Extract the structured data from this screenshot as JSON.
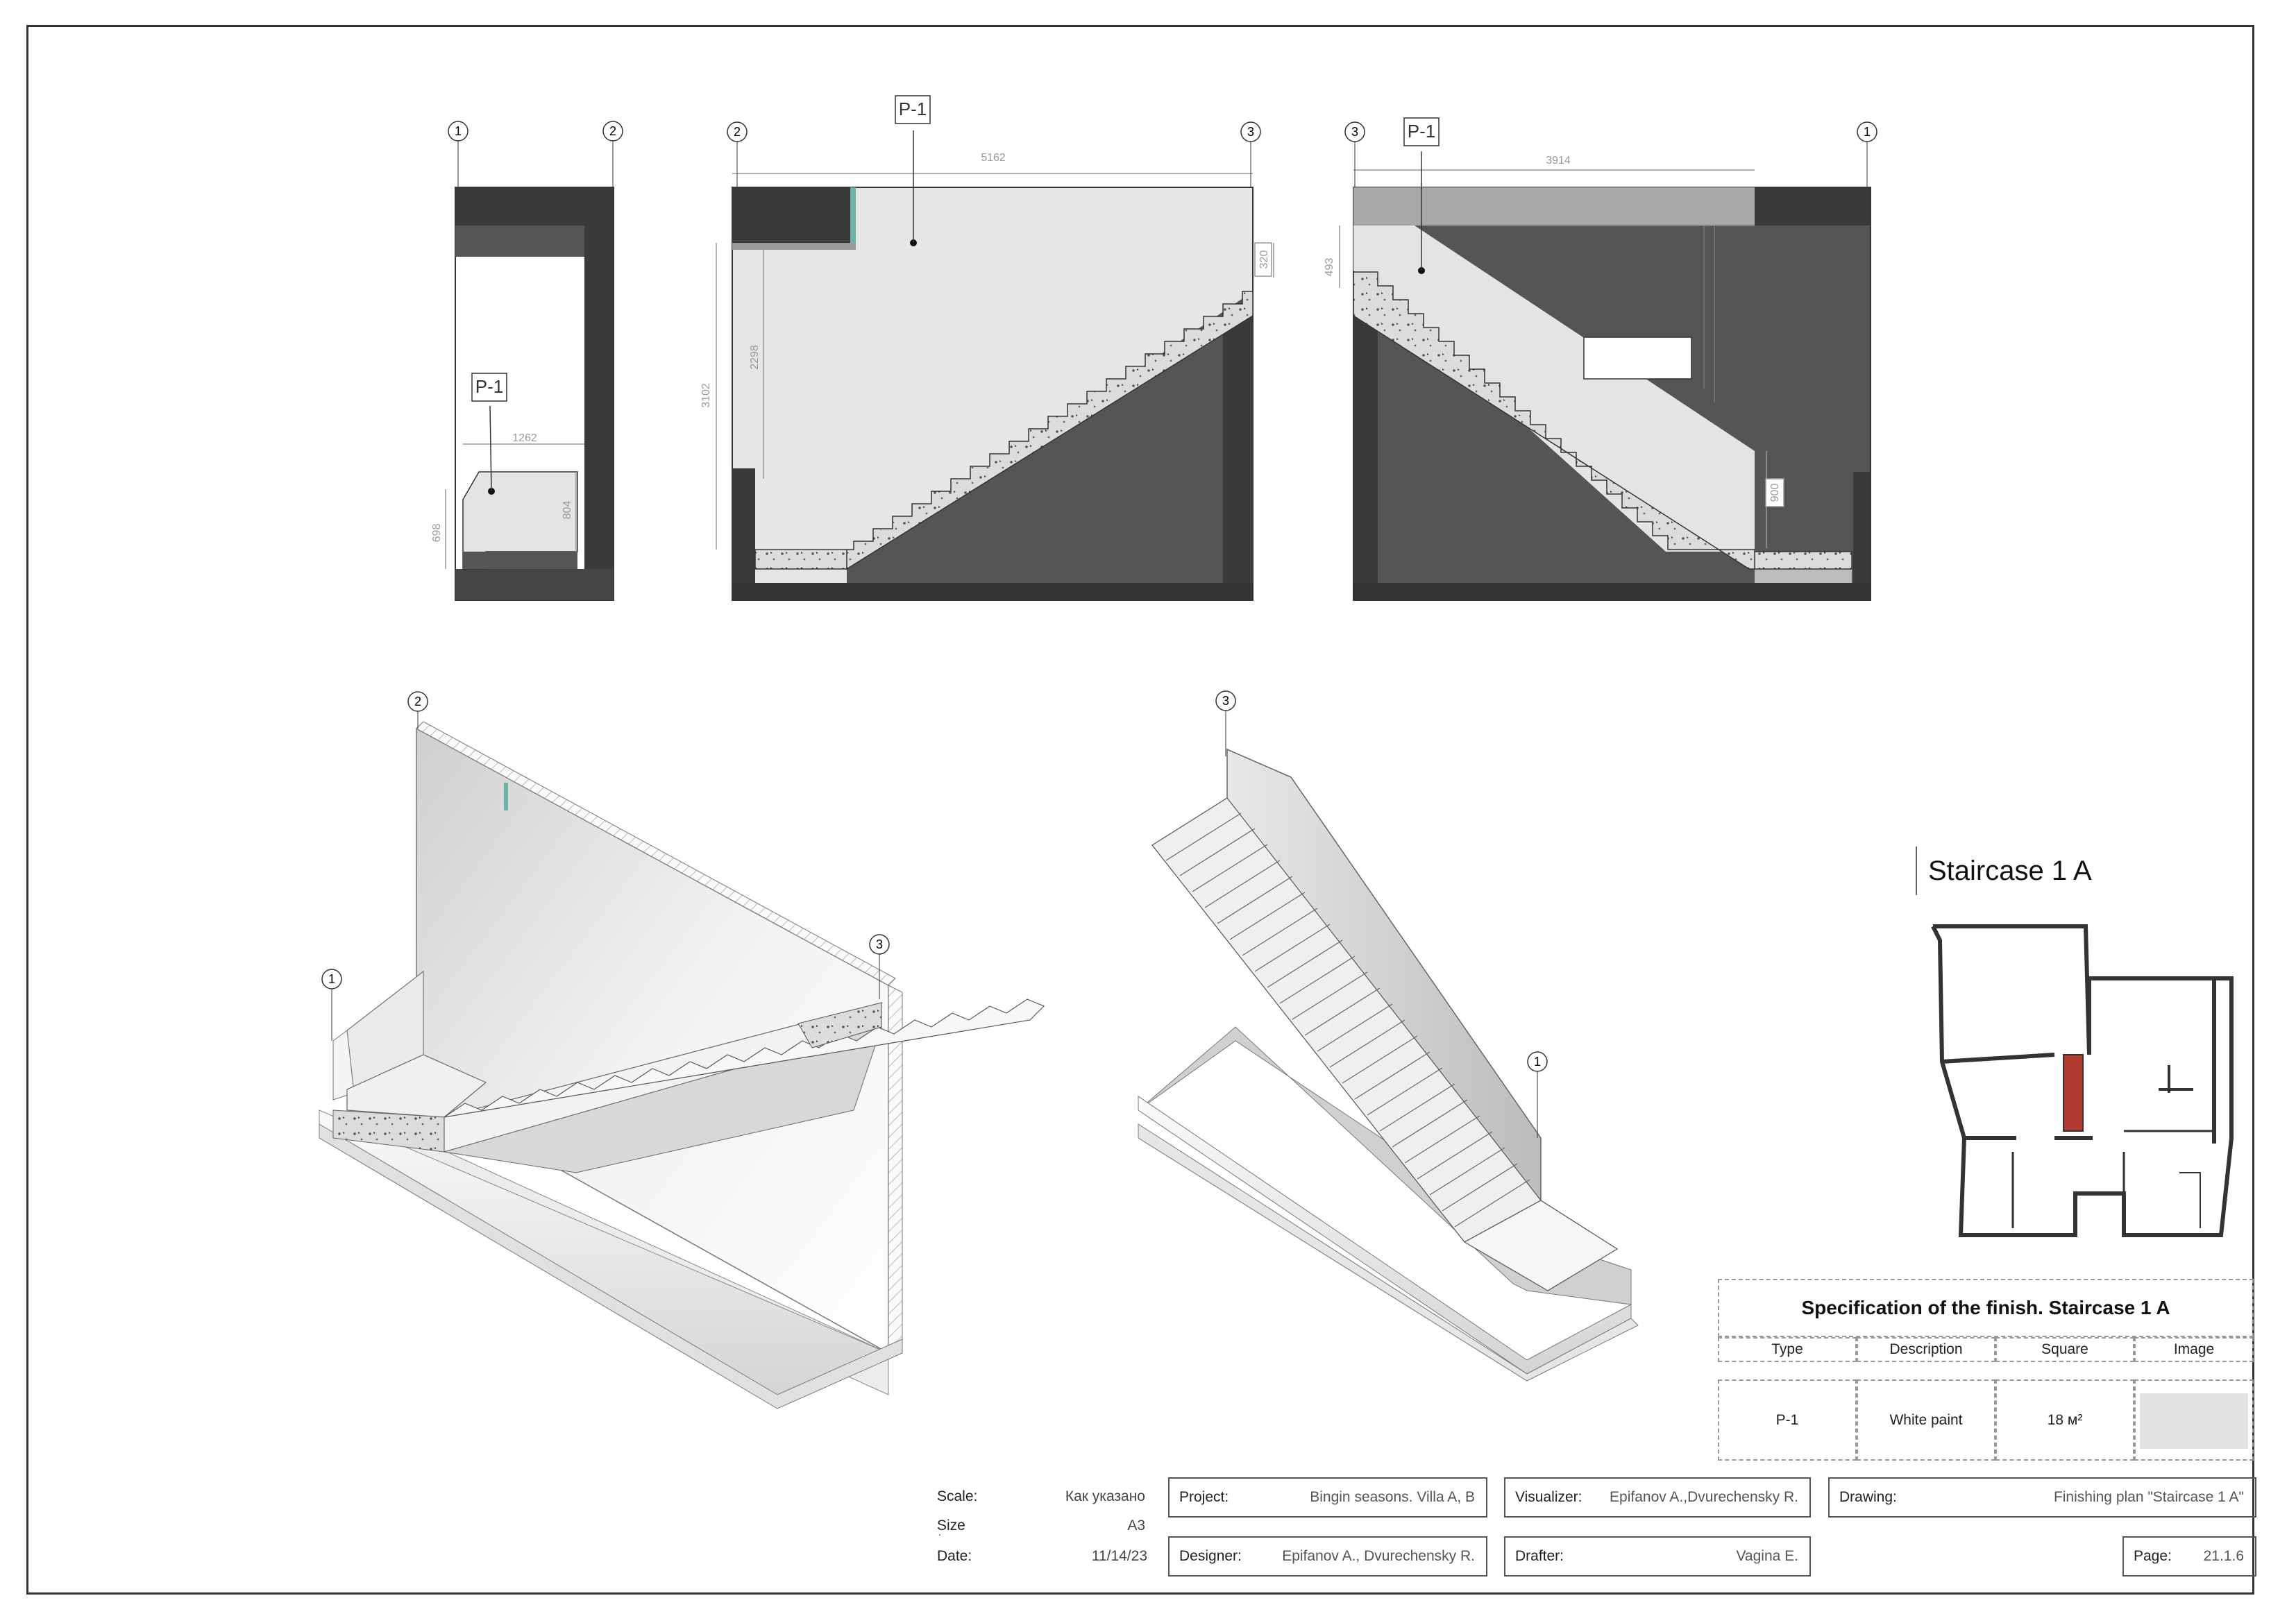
{
  "drawing": {
    "grid_tags": {
      "e1_left": "1",
      "e1_right": "2",
      "e2_left": "2",
      "e2_right": "3",
      "e3_left": "3",
      "e3_right": "1",
      "iso1_a": "2",
      "iso1_b": "1",
      "iso1_c": "3",
      "iso2_a": "3",
      "iso2_b": "1"
    },
    "finish_tags": {
      "e1": "P-1",
      "e2": "P-1",
      "e3": "P-1"
    },
    "dimensions": {
      "e1_width": "1262",
      "e1_left_h": "698",
      "e1_right_h": "804",
      "e2_width": "5162",
      "e2_total_h": "3102",
      "e2_inner_h": "2298",
      "e2_top_h": "320",
      "e3_width": "3914",
      "e3_left_h": "493",
      "e3_right_h": "900"
    }
  },
  "title": "Staircase 1 A",
  "spec_table": {
    "title": "Specification of the finish. Staircase 1 A",
    "headers": [
      "Type",
      "Description",
      "Square",
      "Image"
    ],
    "rows": [
      {
        "type": "P-1",
        "description": "White paint",
        "square": "18 м²",
        "swatch_color": "#e2e2e2"
      }
    ]
  },
  "title_block": {
    "scale_label": "Scale:",
    "scale_value": "Как указано",
    "size_label": "Size",
    "size_dot": ".",
    "size_value": "A3",
    "date_label": "Date:",
    "date_value": "11/14/23",
    "project_label": "Project:",
    "project_value": "Bingin seasons. Villa A, B",
    "designer_label": "Designer:",
    "designer_value": "Epifanov A., Dvurechensky R.",
    "visualizer_label": "Visualizer:",
    "visualizer_value": "Epifanov A.,Dvurechensky R.",
    "drafter_label": "Drafter:",
    "drafter_value": "Vagina E.",
    "drawing_label": "Drawing:",
    "drawing_value": "Finishing plan \"Staircase 1 A\"",
    "page_label": "Page:",
    "page_value": "21.1.6"
  },
  "colors": {
    "dark_wall": "#555555",
    "darker_wall": "#3a3a3a",
    "light_wall": "#e4e4e4",
    "accent_red": "#b03a2e"
  }
}
